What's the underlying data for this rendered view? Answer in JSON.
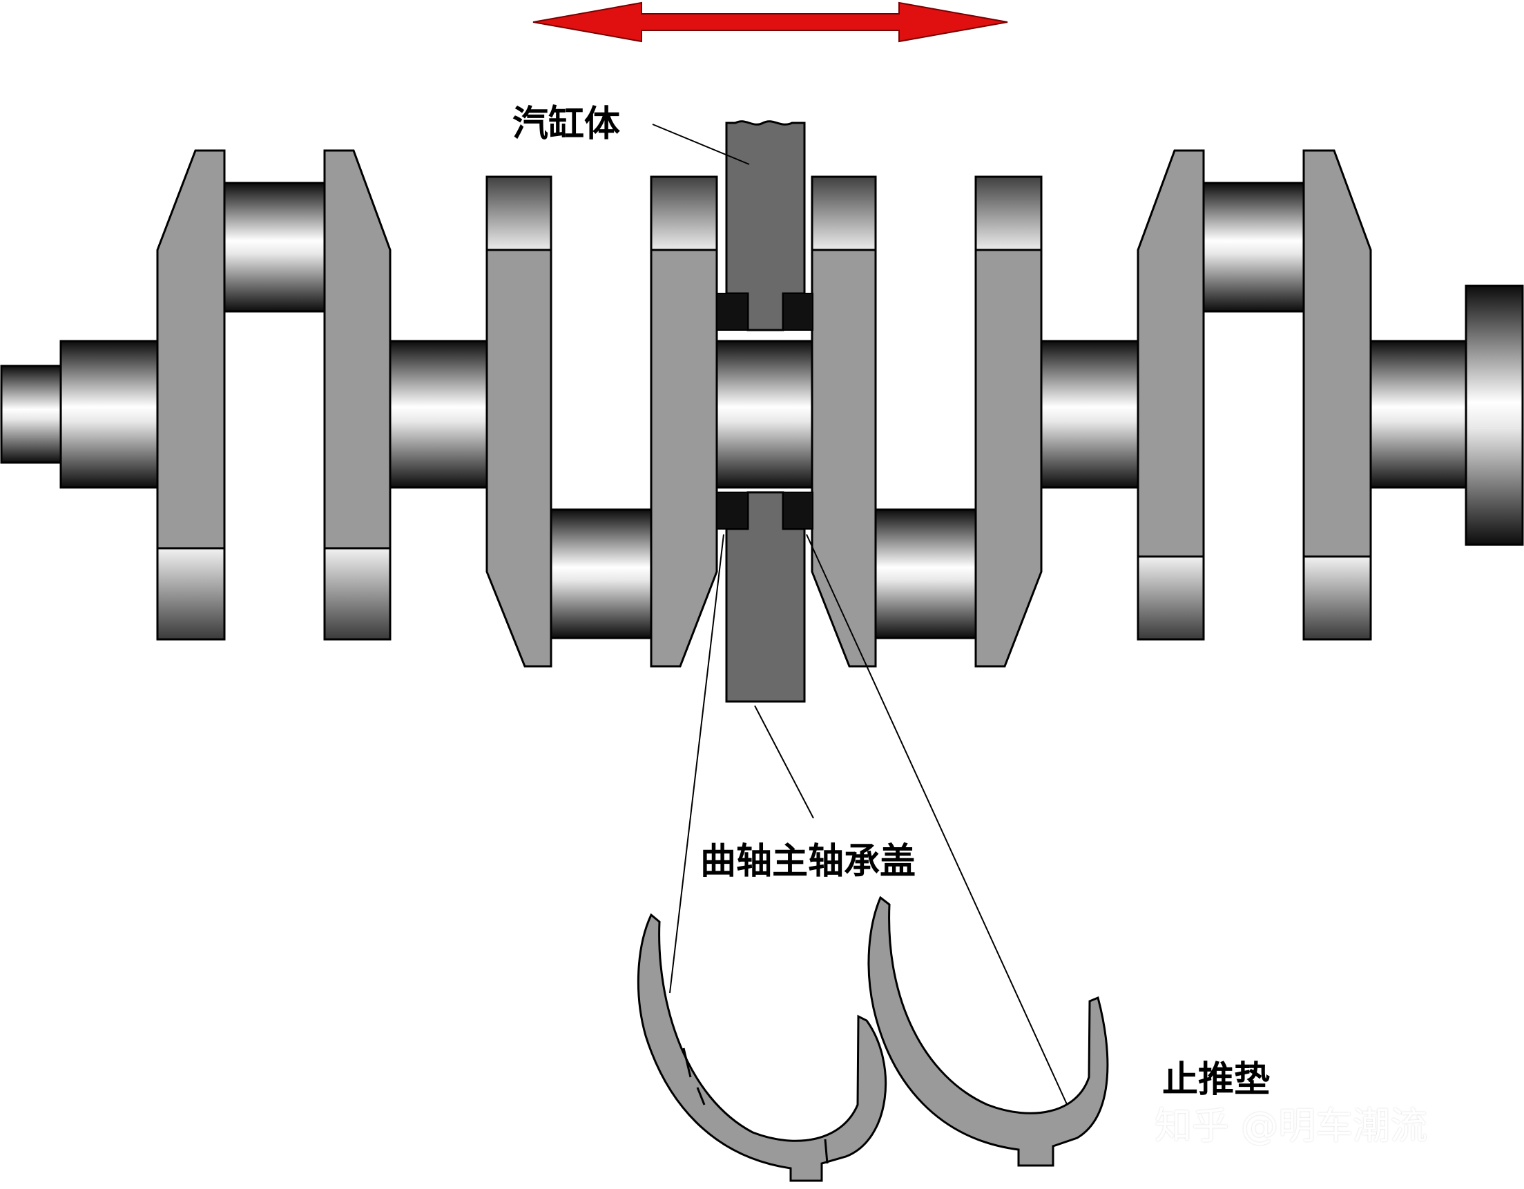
{
  "labels": {
    "cylinder_block": "汽缸体",
    "main_bearing_cap": "曲轴主轴承盖",
    "thrust_washer": "止推垫"
  },
  "watermark": "知乎 @明车潮流",
  "colors": {
    "web_fill": "#9a9a9a",
    "block_fill": "#6a6a6a",
    "outline": "#000000",
    "arrow": "#e01010",
    "journal_dark": "#111111",
    "journal_light": "#ffffff"
  },
  "icons": {
    "motion_arrow": "double-headed-arrow-icon"
  }
}
